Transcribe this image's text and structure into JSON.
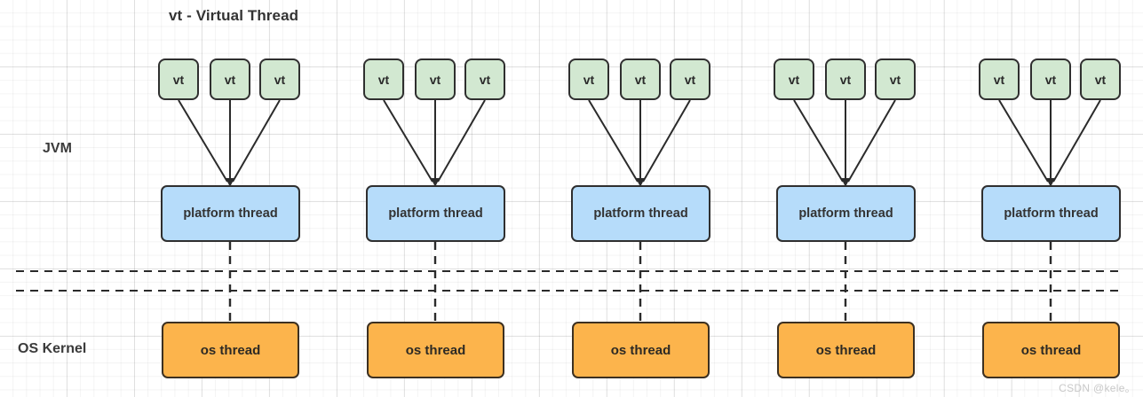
{
  "diagram": {
    "title": "vt - Virtual Thread",
    "zones": [
      {
        "id": "jvm",
        "label": "JVM"
      },
      {
        "id": "os-kernel",
        "label": "OS Kernel"
      }
    ],
    "boundary": {
      "style": "dashed",
      "line_count": 2,
      "color": "#2a2a2a"
    },
    "groups": [
      {
        "index": 1,
        "virtual_threads": [
          {
            "label": "vt"
          },
          {
            "label": "vt"
          },
          {
            "label": "vt"
          }
        ],
        "platform_thread": {
          "label": "platform thread"
        },
        "os_thread": {
          "label": "os thread"
        }
      },
      {
        "index": 2,
        "virtual_threads": [
          {
            "label": "vt"
          },
          {
            "label": "vt"
          },
          {
            "label": "vt"
          }
        ],
        "platform_thread": {
          "label": "platform thread"
        },
        "os_thread": {
          "label": "os thread"
        }
      },
      {
        "index": 3,
        "virtual_threads": [
          {
            "label": "vt"
          },
          {
            "label": "vt"
          },
          {
            "label": "vt"
          }
        ],
        "platform_thread": {
          "label": "platform thread"
        },
        "os_thread": {
          "label": "os thread"
        }
      },
      {
        "index": 4,
        "virtual_threads": [
          {
            "label": "vt"
          },
          {
            "label": "vt"
          },
          {
            "label": "vt"
          }
        ],
        "platform_thread": {
          "label": "platform thread"
        },
        "os_thread": {
          "label": "os thread"
        }
      },
      {
        "index": 5,
        "virtual_threads": [
          {
            "label": "vt"
          },
          {
            "label": "vt"
          },
          {
            "label": "vt"
          }
        ],
        "platform_thread": {
          "label": "platform thread"
        },
        "os_thread": {
          "label": "os thread"
        }
      }
    ],
    "colors": {
      "virtual_thread_fill": "#d2e8d1",
      "virtual_thread_stroke": "#2f2f2f",
      "platform_thread_fill": "#b6dcfa",
      "platform_thread_stroke": "#2f2f2f",
      "os_thread_fill": "#fcb44c",
      "os_thread_stroke": "#3c3021",
      "connector": "#2b2b2b",
      "grid": "#e8e8e8",
      "canvas": "#ffffff"
    }
  },
  "watermark": {
    "text": "CSDN @kele。"
  }
}
